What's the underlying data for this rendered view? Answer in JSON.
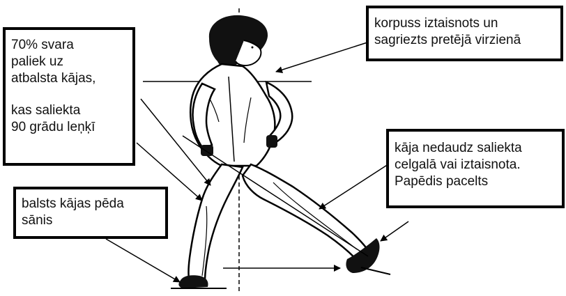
{
  "callouts": {
    "weight": {
      "lines": [
        "70% svara",
        "paliek uz",
        "atbalsta kājas,"
      ],
      "lines2": [
        "kas saliekta",
        "90 grādu leņķī"
      ]
    },
    "torso": {
      "lines": [
        "korpuss iztaisnots un",
        "sagriezts pretējā virzienā"
      ]
    },
    "leg": {
      "lines": [
        "kāja nedaudz saliekta",
        "celgalā vai iztaisnota.",
        "Papēdis pacelts"
      ]
    },
    "foot": {
      "lines": [
        "balsts kājas pēda",
        "sānis"
      ]
    }
  },
  "colors": {
    "ink": "#000000",
    "paper": "#ffffff"
  },
  "icons": [
    "stance-figure-illustration",
    "arrow-icon"
  ]
}
